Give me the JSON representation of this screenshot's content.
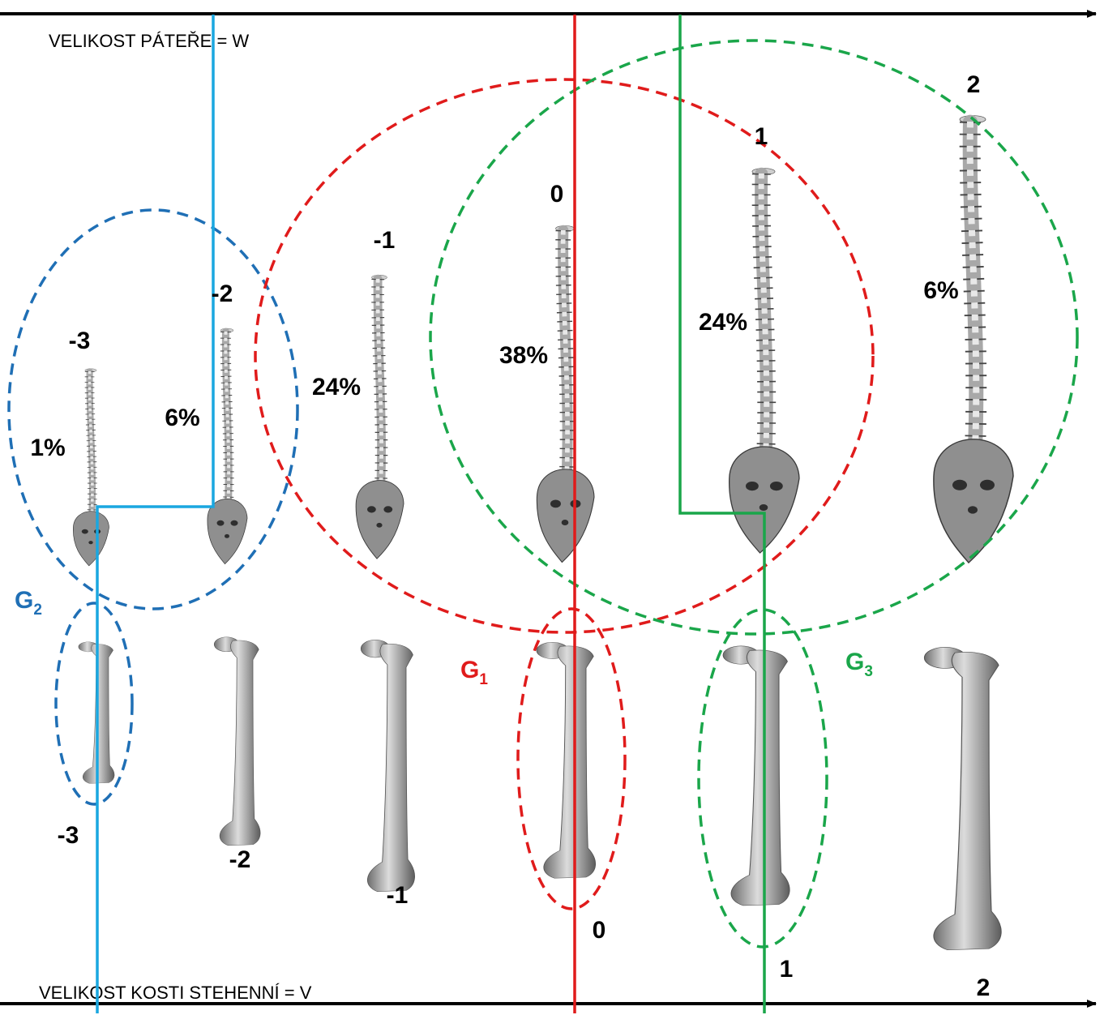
{
  "axes": {
    "top_label": "VELIKOST PÁTEŘE = W",
    "bottom_label": "VELIKOST KOSTI STEHENNÍ = V"
  },
  "spine": {
    "scores": [
      "-3",
      "-2",
      "-1",
      "0",
      "1",
      "2"
    ],
    "percentages": [
      "1%",
      "6%",
      "24%",
      "38%",
      "24%",
      "6%"
    ]
  },
  "femur": {
    "scores": [
      "-3",
      "-2",
      "-1",
      "0",
      "1",
      "2"
    ]
  },
  "groups": [
    {
      "letter": "G",
      "sub": "2",
      "color": "#1f6fb5"
    },
    {
      "letter": "G",
      "sub": "1",
      "color": "#e01b1b"
    },
    {
      "letter": "G",
      "sub": "3",
      "color": "#1aa64a"
    }
  ],
  "colors": {
    "blue_line": "#1aa7e0",
    "red": "#e01b1b",
    "green": "#1aa64a",
    "ellipse_blue": "#1f6fb5",
    "bone": "#9a9a9a"
  },
  "icons": [
    "spine-image",
    "femur-image"
  ]
}
